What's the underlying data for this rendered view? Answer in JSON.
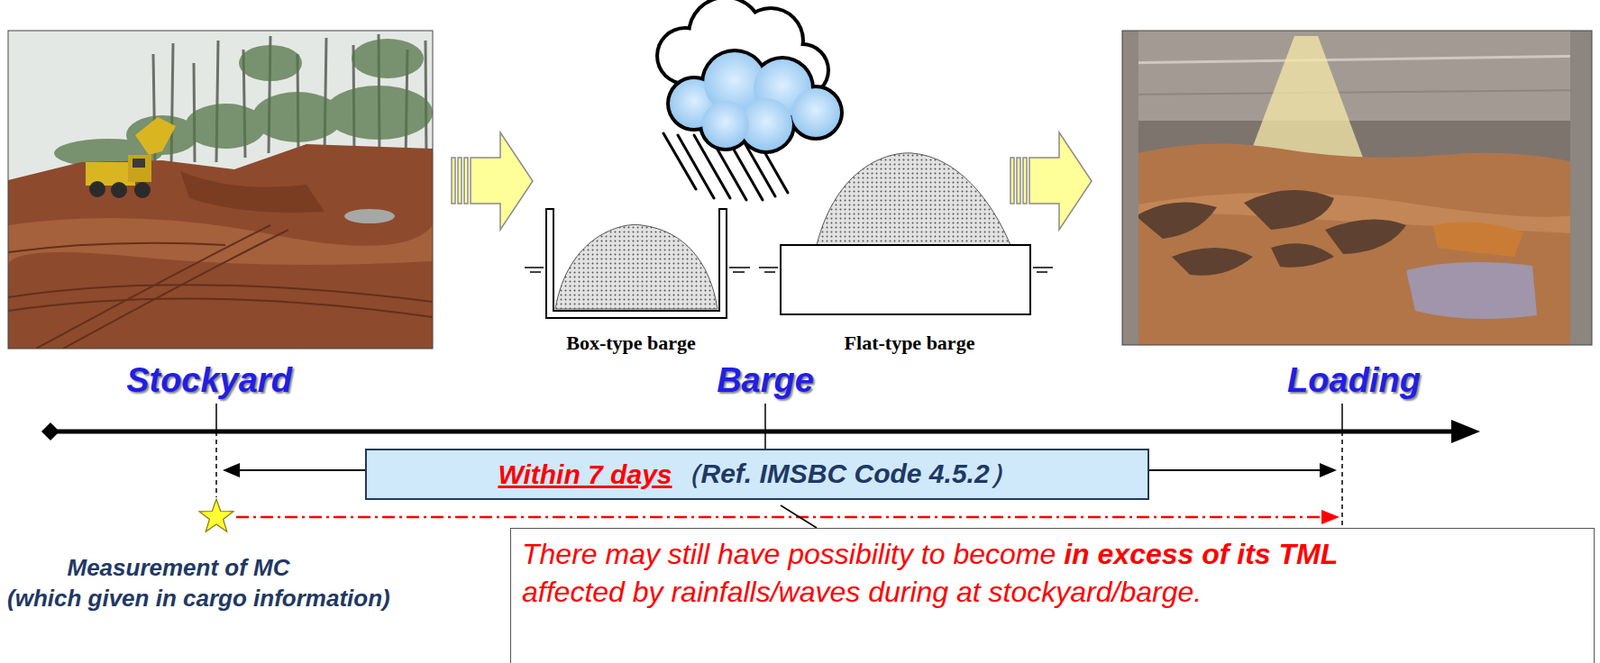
{
  "diagram": {
    "nodes": [
      {
        "text": [
          "Within 7 days",
          "（Ref. IMSBC Code 4.5.2）"
        ]
      },
      {
        "text": [
          "There may still have possibility to become",
          "in excess of its TML",
          "affected by rainfalls/waves during at stockyard/barge."
        ]
      }
    ],
    "labels": [
      "Stockyard",
      "Barge",
      "Loading",
      "Box-type barge",
      "Flat-type barge",
      "Measurement of MC",
      "(which given in cargo information)"
    ]
  }
}
